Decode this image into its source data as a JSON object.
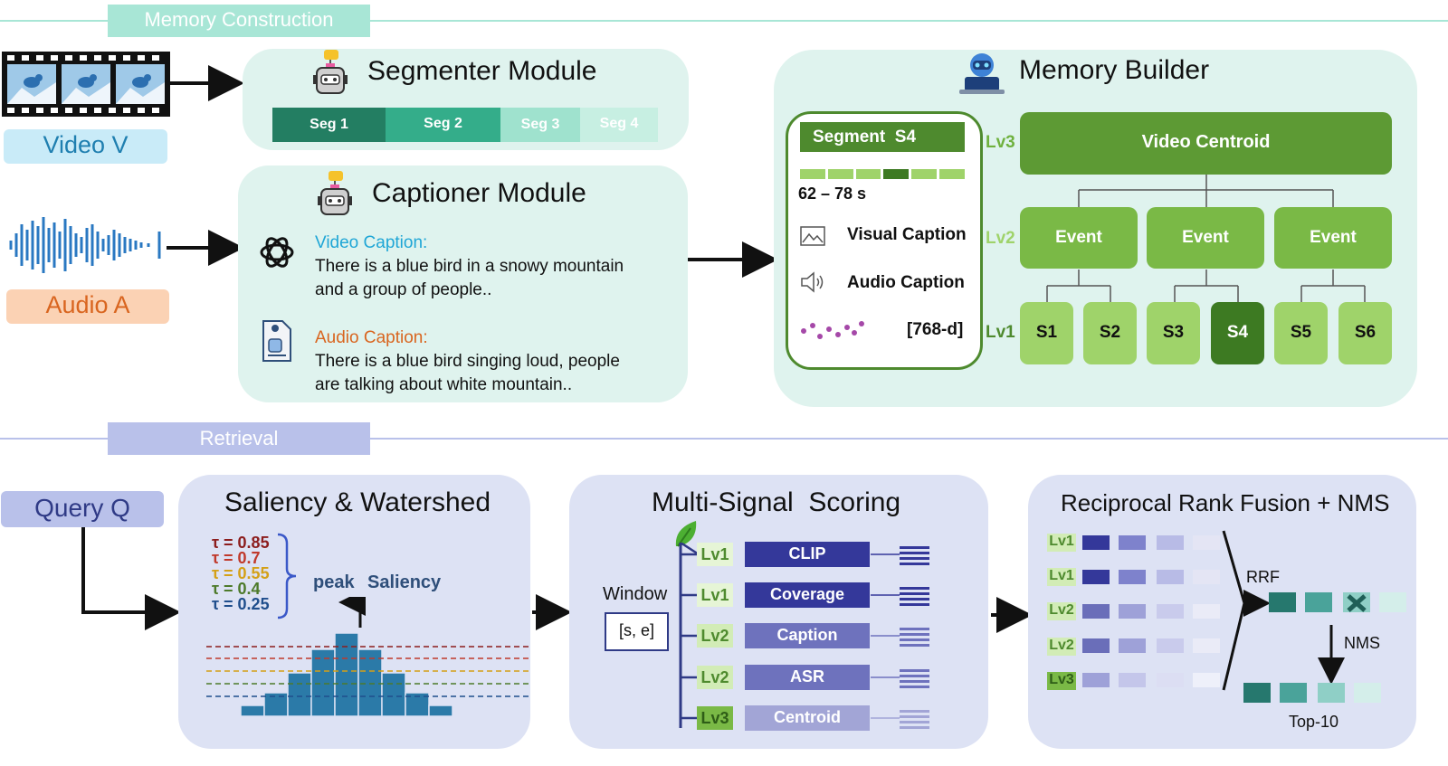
{
  "colors": {
    "teal_panel": "#dff3ee",
    "lavender_panel": "#dde2f4",
    "section_teal": "#a8e6d6",
    "section_lavender": "#b9c1ea",
    "green_dark": "#4e8a2e",
    "green_mid": "#6fb13e",
    "green_light": "#9fd36a",
    "navy": "#34389a",
    "purple": "#6e72bd",
    "video_caption": "#1fa6d6",
    "audio_caption": "#d9651f"
  },
  "sections": {
    "memory": "Memory Construction",
    "retrieval": "Retrieval"
  },
  "inputs": {
    "video": "Video V",
    "audio": "Audio A",
    "query": "Query Q"
  },
  "segmenter": {
    "title": "Segmenter Module",
    "segments": [
      "Seg 1",
      "Seg 2",
      "Seg 3",
      "Seg 4"
    ]
  },
  "captioner": {
    "title": "Captioner Module",
    "video_caption_label": "Video Caption:",
    "video_caption_text": [
      "There is a blue bird in a snowy mountain",
      "and a group of people.."
    ],
    "audio_caption_label": "Audio Caption:",
    "audio_caption_text": [
      "There is a blue bird singing loud, people",
      "are talking about white mountain.."
    ]
  },
  "memory_builder": {
    "title": "Memory Builder",
    "segment_card": {
      "header": "Segment  S4",
      "time": "62 – 78 s",
      "visual": "Visual Caption",
      "audio": "Audio Caption",
      "embedding": "[768-d]"
    },
    "levels": [
      "Lv3",
      "Lv2",
      "Lv1"
    ],
    "root": "Video Centroid",
    "events": [
      "Event",
      "Event",
      "Event"
    ],
    "leaves": [
      "S1",
      "S2",
      "S3",
      "S4",
      "S5",
      "S6"
    ]
  },
  "saliency": {
    "title": "Saliency & Watershed",
    "thresholds": [
      "τ = 0.85",
      "τ = 0.7",
      "τ = 0.55",
      "τ = 0.4",
      "τ = 0.25"
    ],
    "threshold_colors": [
      "#8c1d1d",
      "#c0392b",
      "#d4a017",
      "#4d7a2a",
      "#1f4e8c"
    ],
    "peak_label": "peak",
    "saliency_label": "Saliency"
  },
  "scoring": {
    "title": "Multi-Signal  Scoring",
    "window_label": "Window",
    "window_value": "[s, e]",
    "rows": [
      {
        "level": "Lv1",
        "signal": "CLIP"
      },
      {
        "level": "Lv1",
        "signal": "Coverage"
      },
      {
        "level": "Lv2",
        "signal": "Caption"
      },
      {
        "level": "Lv2",
        "signal": "ASR"
      },
      {
        "level": "Lv3",
        "signal": "Centroid"
      }
    ]
  },
  "fusion": {
    "title": "Reciprocal Rank Fusion + NMS",
    "levels": [
      "Lv1",
      "Lv1",
      "Lv2",
      "Lv2",
      "Lv3"
    ],
    "rrf_label": "RRF",
    "nms_label": "NMS",
    "top_label": "Top-10"
  }
}
